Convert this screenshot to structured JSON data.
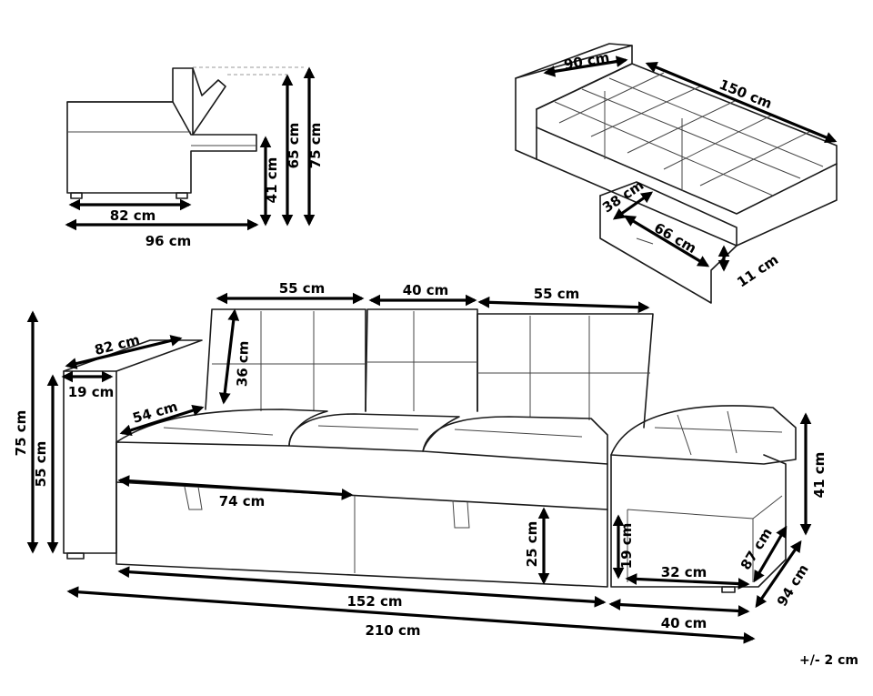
{
  "dimensions": {
    "side_seat_depth": "82 cm",
    "side_total_depth": "96 cm",
    "side_seat_height": "41 cm",
    "side_backrest_height": "65 cm",
    "side_total_height": "75 cm",
    "bed_width": "90 cm",
    "bed_length": "150 cm",
    "drawer_depth": "38 cm",
    "drawer_width": "66 cm",
    "drawer_height": "11 cm",
    "seat_left_width": "55 cm",
    "seat_middle_width": "40 cm",
    "seat_right_width": "55 cm",
    "armrest_length": "82 cm",
    "armrest_width": "19 cm",
    "backrest_height": "36 cm",
    "seat_depth": "54 cm",
    "storage_width": "74 cm",
    "total_height": "75 cm",
    "armrest_height": "55 cm",
    "storage_height": "25 cm",
    "sofa_width": "152 cm",
    "total_width": "210 cm",
    "ottoman_height": "41 cm",
    "shelf_height": "19 cm",
    "shelf_width": "32 cm",
    "shelf_depth": "87 cm",
    "ottoman_depth": "94 cm",
    "ottoman_width": "40 cm"
  },
  "tolerance": "+/- 2 cm"
}
